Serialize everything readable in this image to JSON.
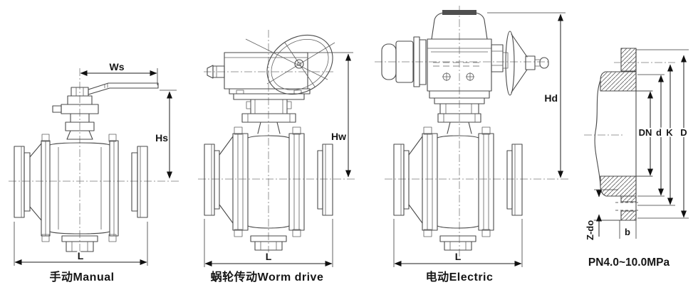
{
  "drawing": {
    "type": "technical-drawing",
    "subject": "flanged ball valve drive variants with flange cross-section",
    "line_color": "#4a4a4a",
    "dim_color": "#1c1c1c",
    "background": "#ffffff"
  },
  "views": {
    "manual": {
      "caption": "手动Manual",
      "width_dim": "Ws",
      "height_dim": "Hs",
      "length_dim": "L"
    },
    "worm": {
      "caption": "蜗轮传动Worm drive",
      "height_dim": "Hw",
      "length_dim": "L"
    },
    "electric": {
      "caption": "电动Electric",
      "height_dim": "Hd",
      "length_dim": "L"
    },
    "flange": {
      "pressure_rating": "PN4.0~10.0MPa",
      "bore_dim": "DN",
      "raised_face_dim": "d",
      "bolt_circle_dim": "K",
      "outside_dim": "D",
      "bolt_holes_dim": "Z-do",
      "thickness_dim": "b"
    }
  }
}
